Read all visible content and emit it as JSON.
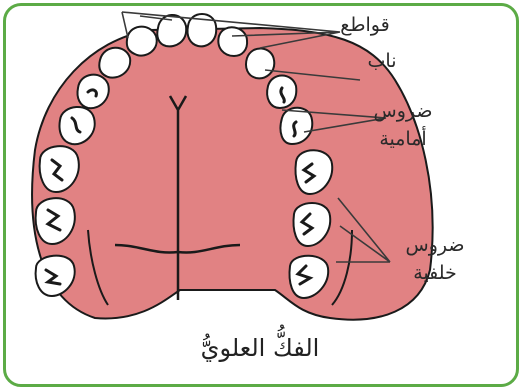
{
  "labels": {
    "incisors": "قواطع",
    "canine": "ناب",
    "premolars_line1": "ضروس",
    "premolars_line2": "أمامية",
    "molars_line1": "ضروس",
    "molars_line2": "خلفية"
  },
  "title": "الفكُّ العلويُّ",
  "colors": {
    "frame": "#5cab46",
    "gum": "#e18283",
    "tooth": "#ffffff",
    "outline": "#1a1a1a",
    "leader": "#3a3a3a"
  }
}
